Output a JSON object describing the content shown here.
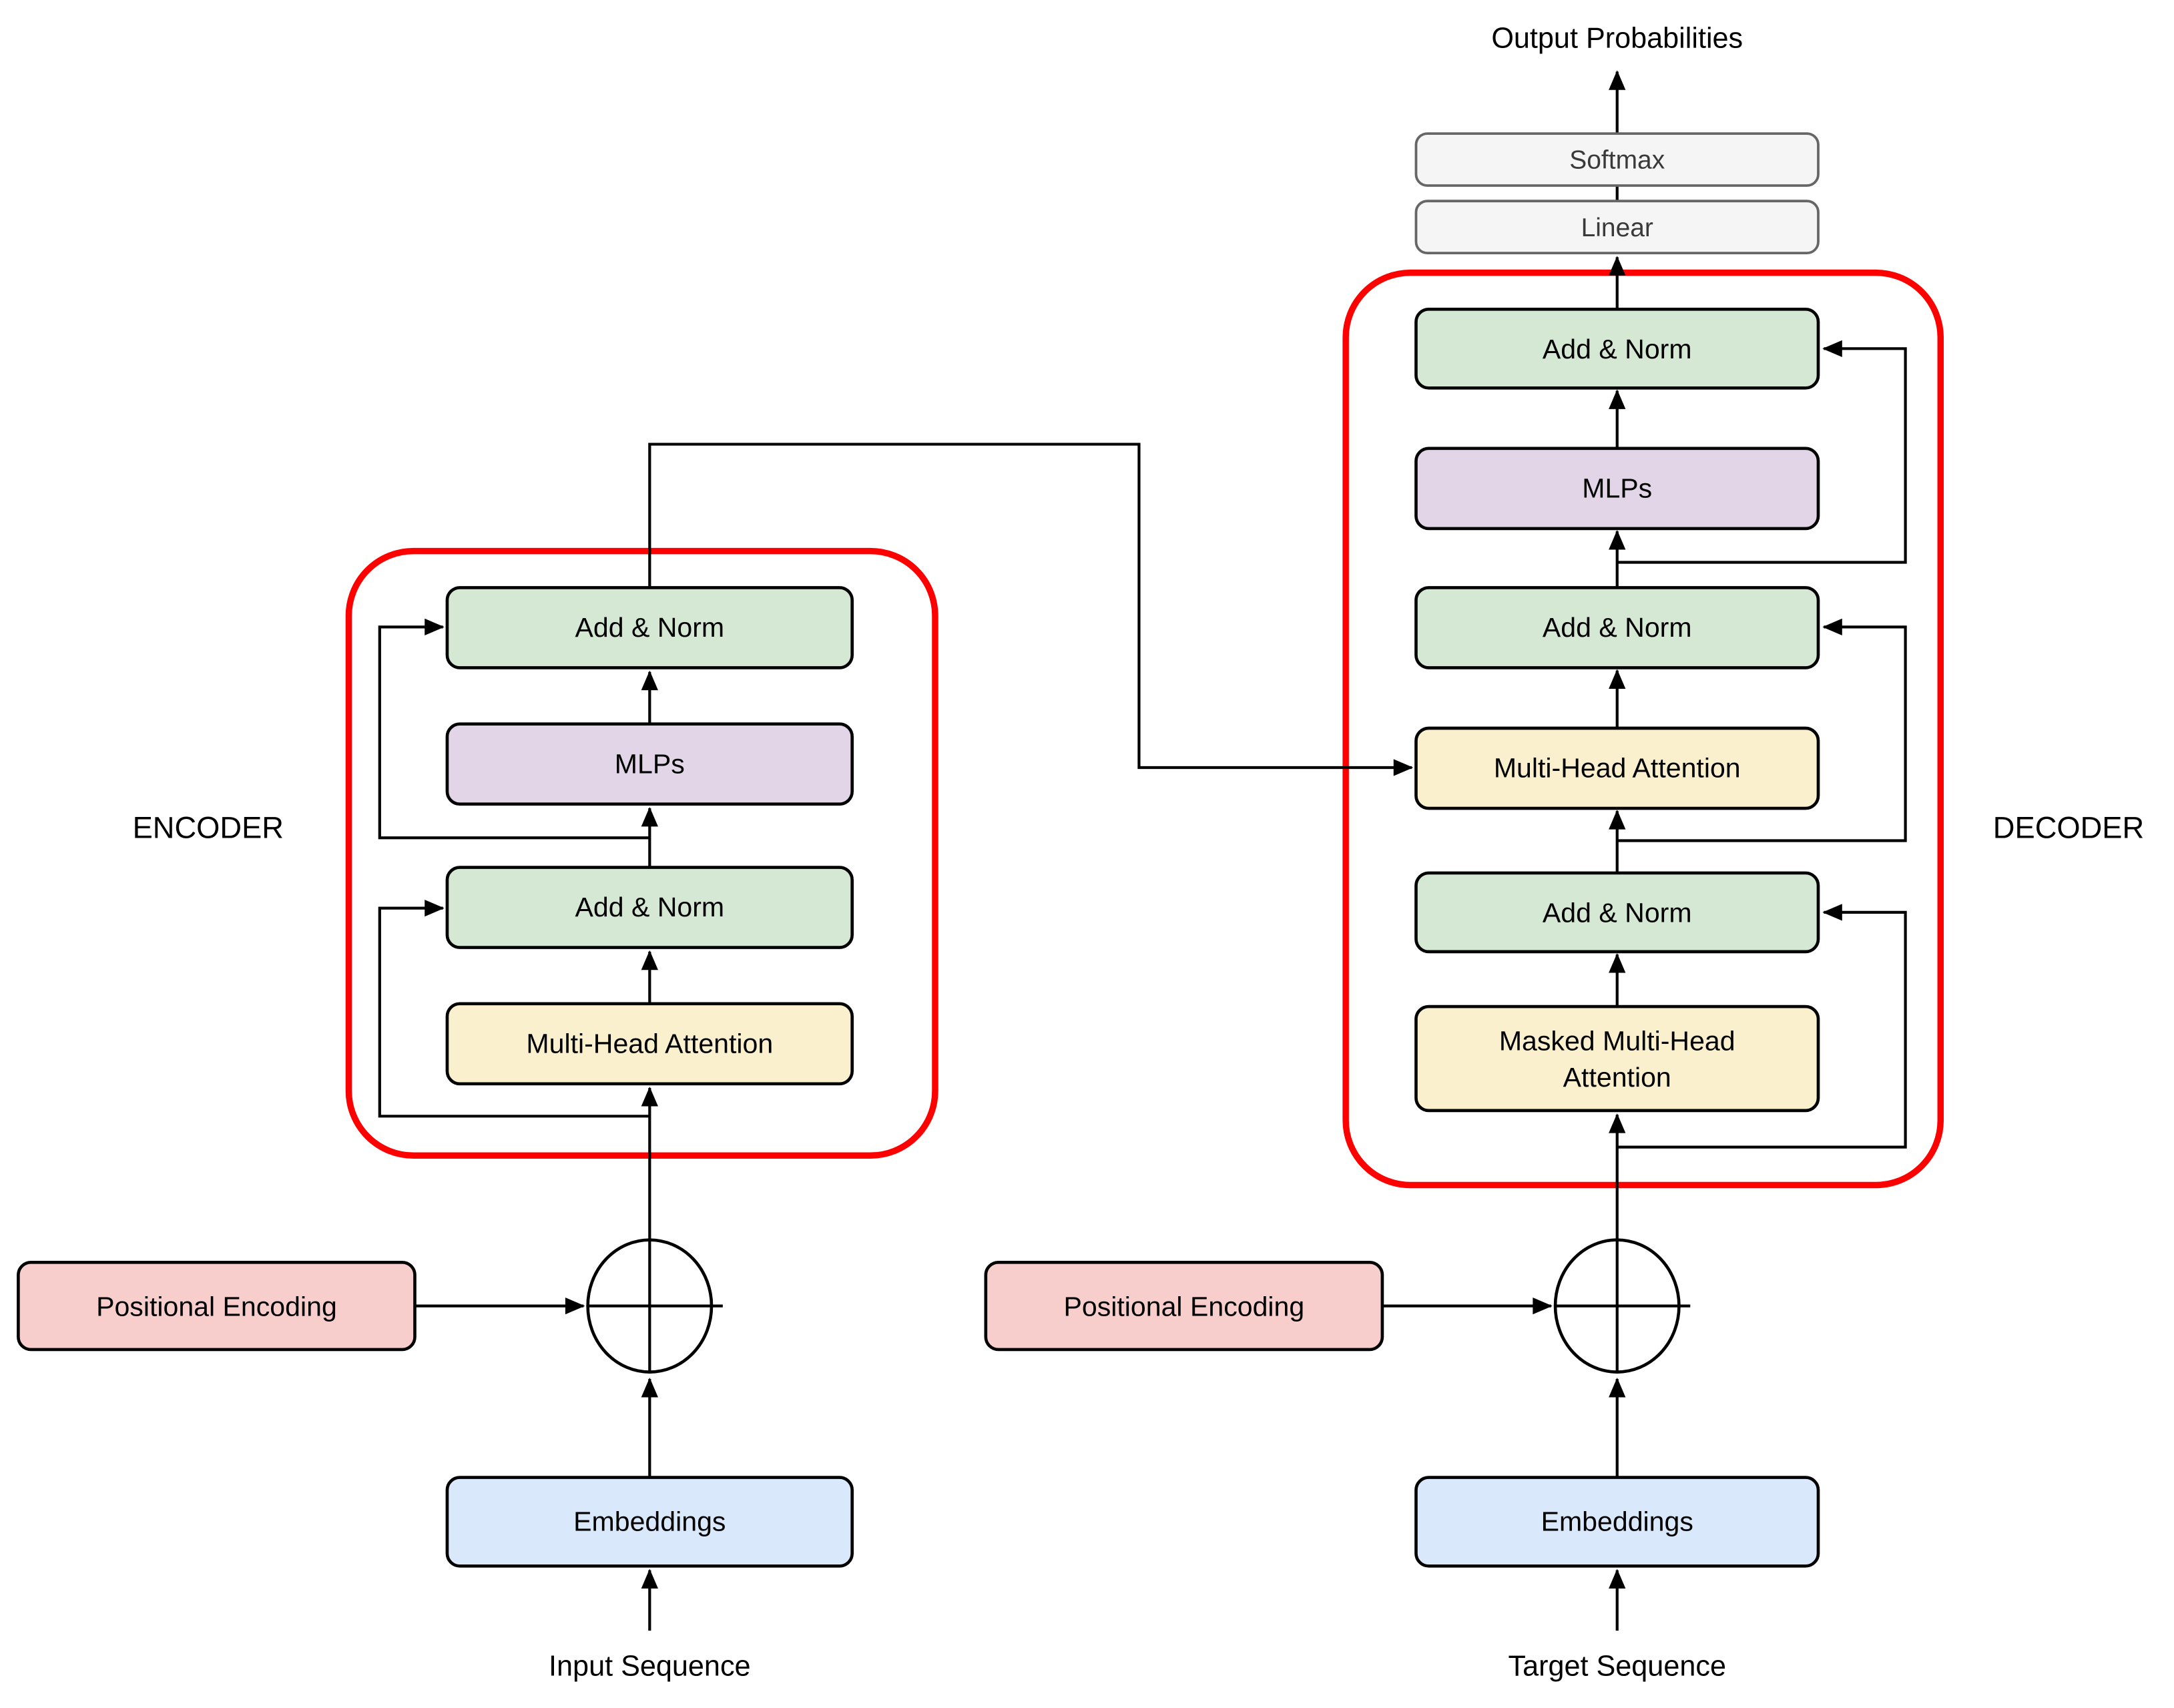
{
  "diagram": {
    "output_label": "Output Probabilities",
    "encoder": {
      "region_label": "ENCODER",
      "add_norm_top": "Add & Norm",
      "mlps": "MLPs",
      "add_norm_bottom": "Add & Norm",
      "attention": "Multi-Head Attention",
      "positional_encoding": "Positional Encoding",
      "embeddings": "Embeddings",
      "input_label": "Input Sequence"
    },
    "decoder": {
      "region_label": "DECODER",
      "softmax": "Softmax",
      "linear": "Linear",
      "add_norm_top": "Add & Norm",
      "mlps": "MLPs",
      "add_norm_mid": "Add & Norm",
      "attention": "Multi-Head Attention",
      "add_norm_bottom": "Add & Norm",
      "masked_attention_line1": "Masked Multi-Head",
      "masked_attention_line2": "Attention",
      "positional_encoding": "Positional Encoding",
      "embeddings": "Embeddings",
      "input_label": "Target Sequence"
    },
    "colors": {
      "add_norm_fill": "#d5e8d4",
      "mlps_fill": "#e1d5e7",
      "attention_fill": "#fbf0cd",
      "embeddings_fill": "#dae8fc",
      "positional_fill": "#f8cecc",
      "io_fill": "#f5f5f5",
      "io_border": "#666666",
      "io_text": "#3a3a3a",
      "region_outline": "#ff0000",
      "line_color": "#000000"
    }
  }
}
